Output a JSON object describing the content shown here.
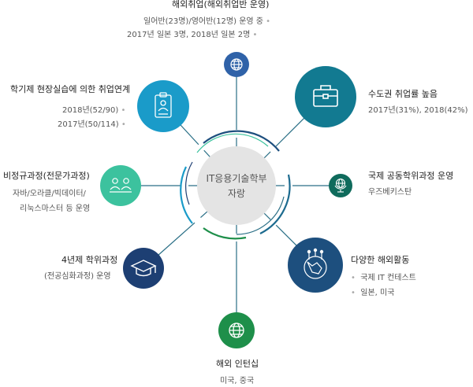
{
  "center": {
    "line1": "IT응용기술학부",
    "line2": "자랑"
  },
  "nodes": {
    "overseas_job": {
      "title": "해외취업(해외취업반 운영)",
      "lines": [
        "일어반(23명)/영어반(12명) 운영 중",
        "2017년 일본 3명, 2018년 일본 2명"
      ],
      "color": "#2f62a8",
      "icon": "globe-icon"
    },
    "capital_job": {
      "title": "수도권 취업률 높음",
      "lines": [
        "2017년(31%), 2018(42%)"
      ],
      "color": "#127a91",
      "icon": "briefcase-icon"
    },
    "joint_degree": {
      "title": "국제 공동학위과정 운영",
      "lines": [
        "우즈베키스탄"
      ],
      "color": "#0f6b5c",
      "icon": "globe-stand-icon"
    },
    "overseas_activities": {
      "title": "다양한 해외활동",
      "lines": [
        "국제 IT 컨테스트",
        "일본, 미국"
      ],
      "color": "#1d4f7e",
      "icon": "network-globe-icon"
    },
    "overseas_intern": {
      "title": "해외 인턴십",
      "lines": [
        "미국, 중국"
      ],
      "color": "#1e8f4a",
      "icon": "globe-icon"
    },
    "four_year": {
      "title": "4년제 학위과정",
      "lines": [
        "(전공심화과정) 운영"
      ],
      "color": "#1d3f73",
      "icon": "graduation-cap-icon"
    },
    "non_regular": {
      "title": "비정규과정(전문가과정)",
      "lines": [
        "자바/오라클/빅데이터/",
        "리눅스마스터 등 운영"
      ],
      "color": "#3cc29e",
      "icon": "people-icon"
    },
    "field_training": {
      "title": "학기제 현장실습에 의한 취업연계",
      "lines": [
        "2018년(52/90)",
        "2017년(50/114)"
      ],
      "color": "#1a9bc9",
      "icon": "id-badge-icon"
    }
  },
  "bullet": "•"
}
